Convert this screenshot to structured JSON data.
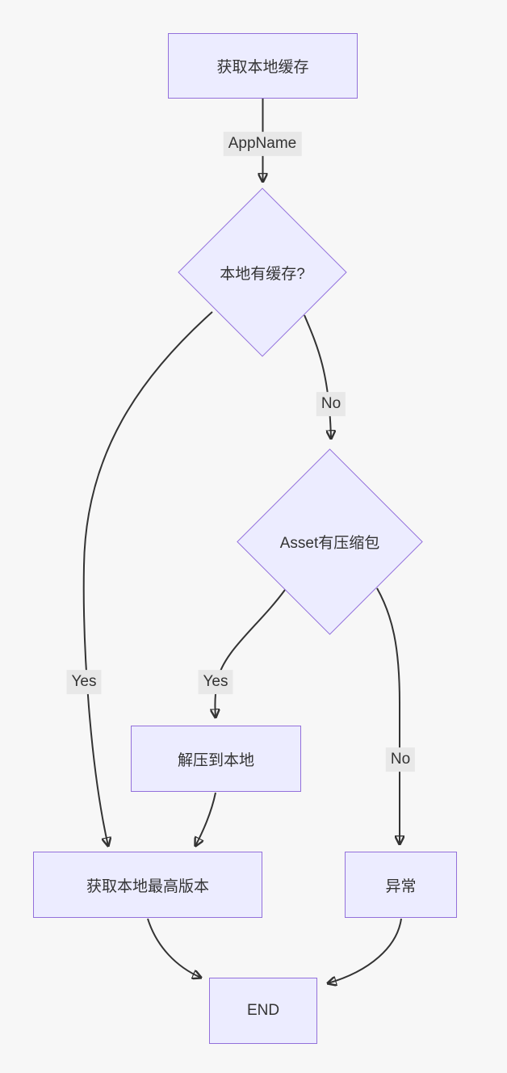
{
  "page": {
    "background": "#f7f7f7"
  },
  "theme": {
    "node_fill": "#ECECFF",
    "node_border": "#9370DB",
    "edge_color": "#333333",
    "text_color": "#333333",
    "edge_label_bg": "#e8e8e8"
  },
  "diagram": {
    "type": "flowchart",
    "direction": "top-down",
    "nodes": [
      {
        "id": "A",
        "shape": "rect",
        "label": "获取本地缓存"
      },
      {
        "id": "B",
        "shape": "diamond",
        "label": "本地有缓存?"
      },
      {
        "id": "C",
        "shape": "diamond",
        "label": "Asset有压缩包"
      },
      {
        "id": "D",
        "shape": "rect",
        "label": "解压到本地"
      },
      {
        "id": "E",
        "shape": "rect",
        "label": "异常"
      },
      {
        "id": "F",
        "shape": "rect",
        "label": "获取本地最高版本"
      },
      {
        "id": "G",
        "shape": "rect",
        "label": "END"
      }
    ],
    "edges": [
      {
        "from": "A",
        "to": "B",
        "label": "AppName"
      },
      {
        "from": "B",
        "to": "F",
        "label": "Yes"
      },
      {
        "from": "B",
        "to": "C",
        "label": "No"
      },
      {
        "from": "C",
        "to": "D",
        "label": "Yes"
      },
      {
        "from": "C",
        "to": "E",
        "label": "No"
      },
      {
        "from": "D",
        "to": "F",
        "label": ""
      },
      {
        "from": "F",
        "to": "G",
        "label": ""
      },
      {
        "from": "E",
        "to": "G",
        "label": ""
      }
    ]
  }
}
